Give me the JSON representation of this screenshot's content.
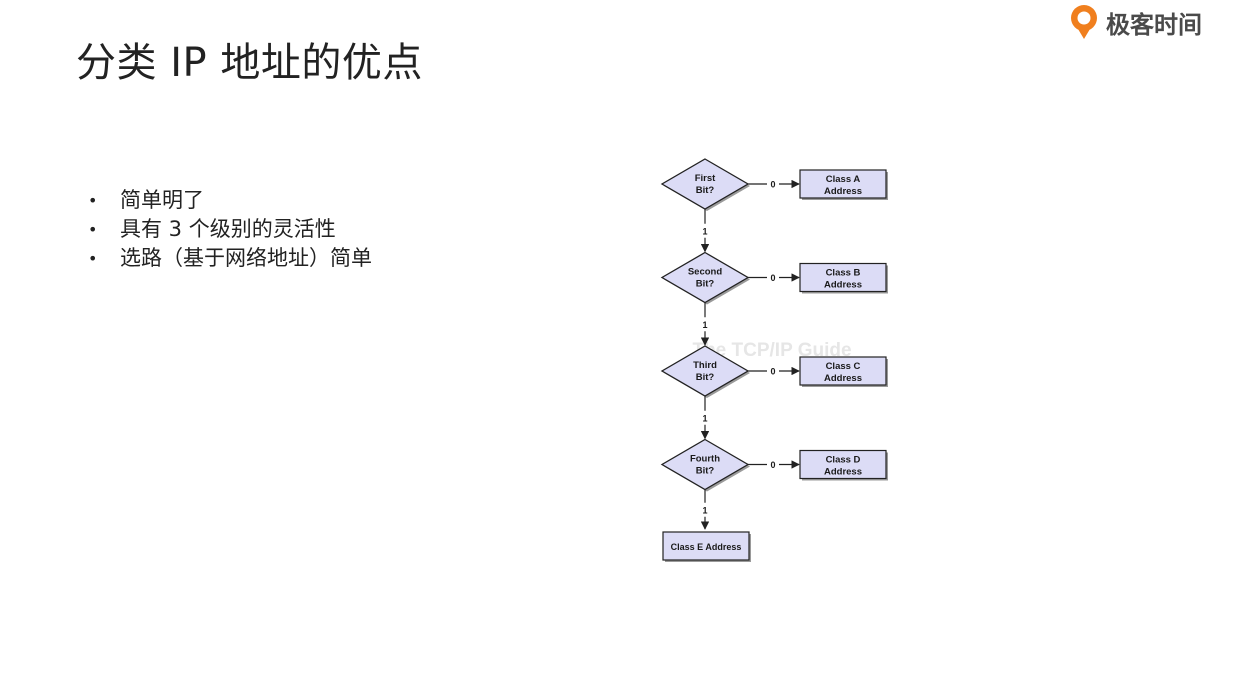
{
  "logo": {
    "text": "极客时间"
  },
  "page": {
    "title": "分类 IP 地址的优点"
  },
  "bullets": [
    {
      "text": "简单明了"
    },
    {
      "text": "具有 3 个级别的灵活性"
    },
    {
      "text": "选路（基于网络地址）简单"
    }
  ],
  "diagram": {
    "watermark": "The TCP/IP Guide",
    "decisions": [
      {
        "line1": "First",
        "line2": "Bit?",
        "branch_zero": "0",
        "branch_one": "1",
        "result_line1": "Class A",
        "result_line2": "Address"
      },
      {
        "line1": "Second",
        "line2": "Bit?",
        "branch_zero": "0",
        "branch_one": "1",
        "result_line1": "Class B",
        "result_line2": "Address"
      },
      {
        "line1": "Third",
        "line2": "Bit?",
        "branch_zero": "0",
        "branch_one": "1",
        "result_line1": "Class C",
        "result_line2": "Address"
      },
      {
        "line1": "Fourth",
        "line2": "Bit?",
        "branch_zero": "0",
        "branch_one": "1",
        "result_line1": "Class D",
        "result_line2": "Address"
      }
    ],
    "final": {
      "label": "Class E Address"
    },
    "colors": {
      "fill": "#dcdcf6",
      "stroke": "#222222",
      "shadow": "#9a9a9a"
    }
  }
}
